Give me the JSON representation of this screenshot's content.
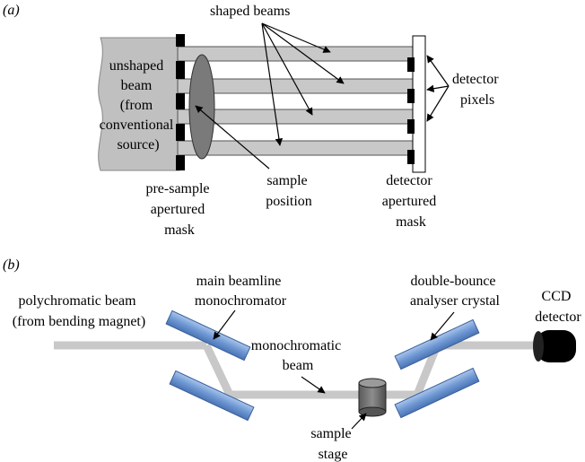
{
  "panel_a": {
    "label": "(a)",
    "unshaped_beam": [
      "unshaped",
      "beam",
      "(from",
      "conventional",
      "source)"
    ],
    "shaped_beams": "shaped beams",
    "detector_pixels": [
      "detector",
      "pixels"
    ],
    "sample_position": [
      "sample",
      "position"
    ],
    "pre_sample_mask": [
      "pre-sample",
      "apertured",
      "mask"
    ],
    "detector_mask": [
      "detector",
      "apertured",
      "mask"
    ]
  },
  "panel_b": {
    "label": "(b)",
    "polychromatic_beam": [
      "polychromatic beam",
      "(from bending magnet)"
    ],
    "main_monochromator": [
      "main beamline",
      "monochromator"
    ],
    "monochromatic_beam": [
      "monochromatic",
      "beam"
    ],
    "analyser_crystal": [
      "double-bounce",
      "analyser crystal"
    ],
    "ccd_detector": [
      "CCD",
      "detector"
    ],
    "sample_stage": [
      "sample",
      "stage"
    ]
  },
  "colors": {
    "beam_gray": "#c8c8c8",
    "unshaped_gray": "#c0c0c0",
    "crystal_blue": "#7ea6dc",
    "sample_gray": "#7a7a7a",
    "mask_black": "#000000"
  }
}
